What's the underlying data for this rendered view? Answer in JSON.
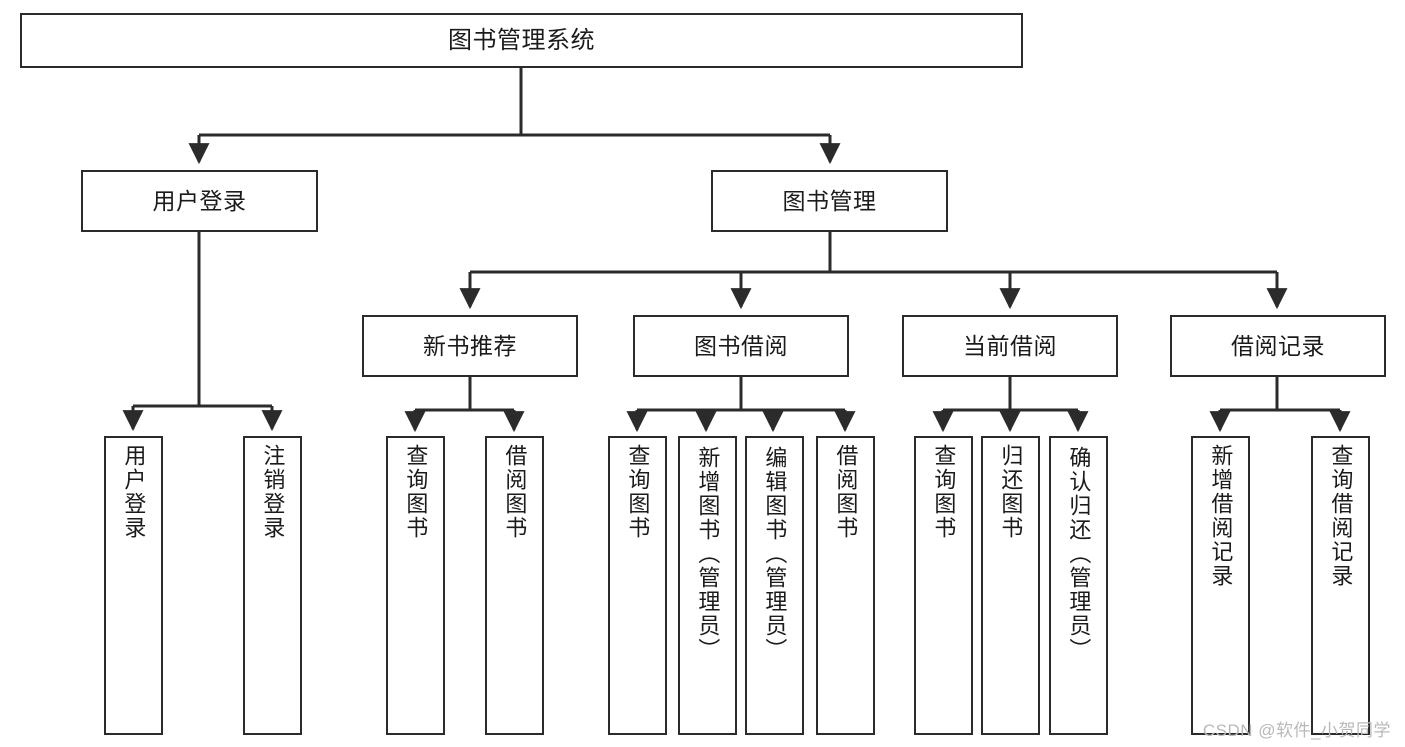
{
  "diagram": {
    "title": "图书管理系统",
    "type": "tree",
    "colors": {
      "box_border": "#2b2b2b",
      "box_fill": "#ffffff",
      "connector": "#2b2b2b",
      "text": "#1b1b1b",
      "watermark": "#b9b9b9"
    },
    "root": {
      "label": "图书管理系统"
    },
    "level2": [
      {
        "label": "用户登录"
      },
      {
        "label": "图书管理"
      }
    ],
    "level3": [
      {
        "label": "新书推荐"
      },
      {
        "label": "图书借阅"
      },
      {
        "label": "当前借阅"
      },
      {
        "label": "借阅记录"
      }
    ],
    "leaves": {
      "user_login": [
        {
          "label": "用户登录"
        },
        {
          "label": "注销登录"
        }
      ],
      "new_book_recommend": [
        {
          "label": "查询图书"
        },
        {
          "label": "借阅图书"
        }
      ],
      "book_borrow": [
        {
          "label": "查询图书"
        },
        {
          "label": "新增图书（管理员）"
        },
        {
          "label": "编辑图书（管理员）"
        },
        {
          "label": "借阅图书"
        }
      ],
      "current_borrow": [
        {
          "label": "查询图书"
        },
        {
          "label": "归还图书"
        },
        {
          "label": "确认归还（管理员）"
        }
      ],
      "borrow_record": [
        {
          "label": "新增借阅记录"
        },
        {
          "label": "查询借阅记录"
        }
      ]
    }
  },
  "watermark": {
    "text": "CSDN @软件_小贺同学"
  }
}
